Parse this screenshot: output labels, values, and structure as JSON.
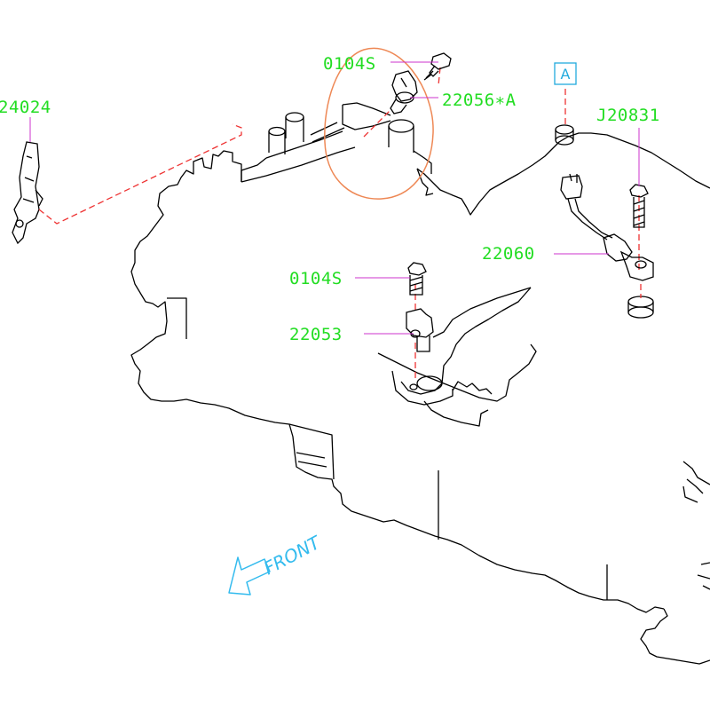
{
  "colors": {
    "label": "#22dd22",
    "leader": "#cc33cc",
    "line": "#000000",
    "dashed": "#ee3333",
    "highlight": "#ee8855",
    "reference": "#22aadd",
    "front": "#33bbee"
  },
  "labels": {
    "bracket": "24024",
    "bolt_top": "0104S",
    "cam_sensor": "22056∗A",
    "knock_bolt": "J20831",
    "knock_sensor": "22060",
    "bolt_mid": "0104S",
    "crank_sensor": "22053"
  },
  "reference_marker": "A",
  "front_text": "FRONT",
  "icons": {
    "front_arrow": "arrow-left-outline-icon"
  }
}
